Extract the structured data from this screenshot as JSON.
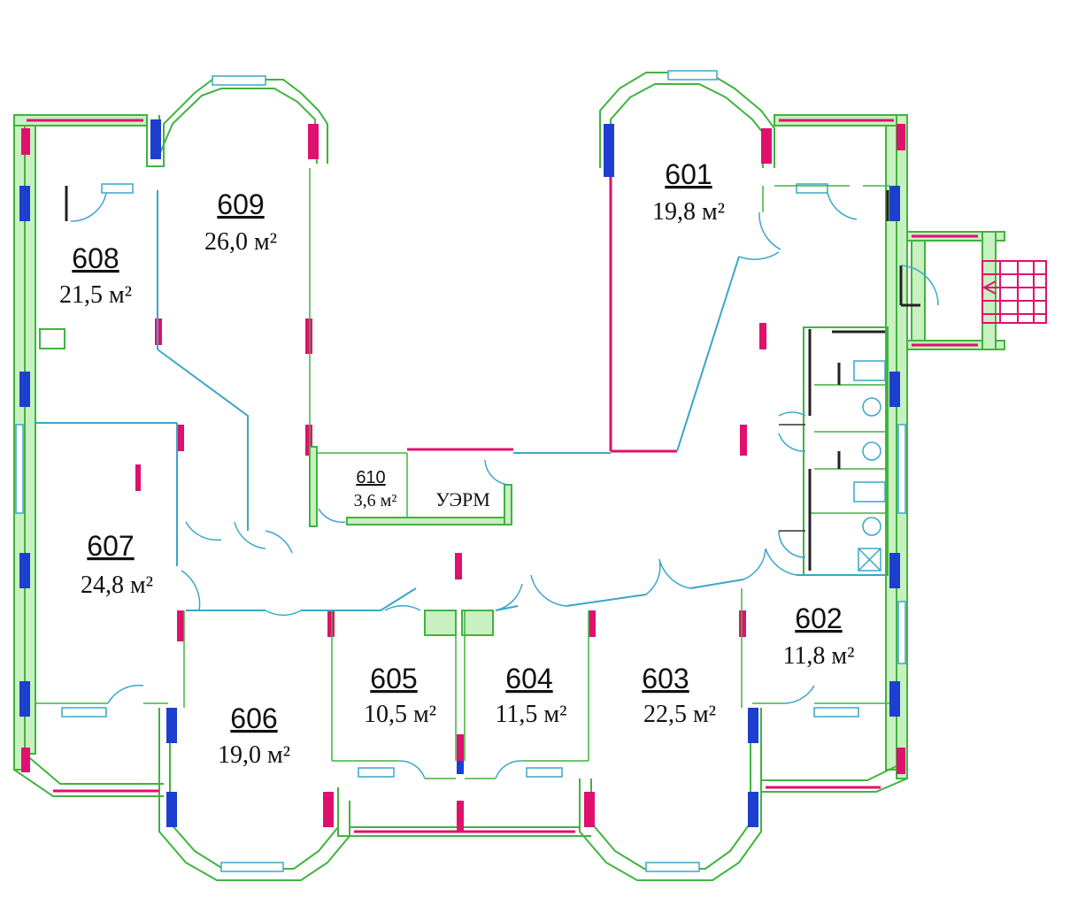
{
  "rooms": [
    {
      "id": "601",
      "number": "601",
      "area": "19,8 м²"
    },
    {
      "id": "602",
      "number": "602",
      "area": "11,8 м²"
    },
    {
      "id": "603",
      "number": "603",
      "area": "22,5 м²"
    },
    {
      "id": "604",
      "number": "604",
      "area": "11,5 м²"
    },
    {
      "id": "605",
      "number": "605",
      "area": "10,5 м²"
    },
    {
      "id": "606",
      "number": "606",
      "area": "19,0 м²"
    },
    {
      "id": "607",
      "number": "607",
      "area": "24,8 м²"
    },
    {
      "id": "608",
      "number": "608",
      "area": "21,5 м²"
    },
    {
      "id": "609",
      "number": "609",
      "area": "26,0 м²"
    },
    {
      "id": "610",
      "number": "610",
      "area": "3,6 м²"
    }
  ],
  "labels": {
    "uerm": "УЭРМ"
  },
  "colors": {
    "wall": "#3fb43f",
    "wall_fill": "#c8f0c0",
    "window": "#3aa6c8",
    "column_pink": "#e0106e",
    "column_blue": "#1c3fd0"
  }
}
